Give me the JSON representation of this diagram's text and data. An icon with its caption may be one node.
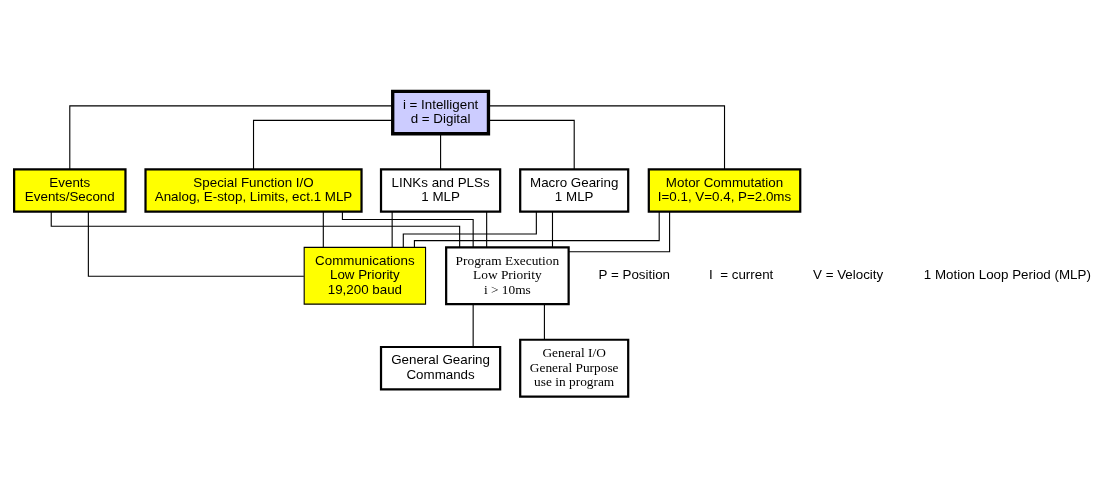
{
  "diagram": {
    "nodes": [
      {
        "text": [
          "i = Intelligent",
          "d = Digital"
        ]
      },
      {
        "text": [
          "Motor Commutation",
          "I=0.1, V=0.4, P=2.0ms"
        ]
      },
      {
        "text": [
          "Events",
          "Events/Second"
        ]
      },
      {
        "text": [
          "Special Function I/O",
          "Analog, E-stop, Limits, ect.1 MLP"
        ]
      },
      {
        "text": [
          "LINKs and PLSs",
          "1 MLP"
        ]
      },
      {
        "text": [
          "Macro Gearing",
          "1 MLP"
        ]
      },
      {
        "text": [
          "Communications",
          "Low Priority",
          "19,200 baud"
        ]
      },
      {
        "text": [
          "Program Execution",
          "Low Priority",
          "i > 10ms"
        ]
      },
      {
        "text": [
          "General Gearing",
          "Commands"
        ]
      },
      {
        "text": [
          "General I/O",
          "General Purpose",
          "use in program"
        ]
      }
    ],
    "edges": [
      {
        "from": 0,
        "to": 1,
        "arrow": "none"
      },
      {
        "from": 0,
        "to": 2,
        "arrow": "none"
      },
      {
        "from": 0,
        "to": 3,
        "arrow": "none"
      },
      {
        "from": 0,
        "to": 4,
        "arrow": "none"
      },
      {
        "from": 0,
        "to": 5,
        "arrow": "none"
      },
      {
        "from": 1,
        "to": 6,
        "arrow": "none"
      },
      {
        "from": 1,
        "to": 7,
        "arrow": "none"
      },
      {
        "from": 2,
        "to": 6,
        "arrow": "none"
      },
      {
        "from": 2,
        "to": 7,
        "arrow": "none"
      },
      {
        "from": 3,
        "to": 6,
        "arrow": "none"
      },
      {
        "from": 3,
        "to": 7,
        "arrow": "none"
      },
      {
        "from": 4,
        "to": 6,
        "arrow": "none"
      },
      {
        "from": 4,
        "to": 7,
        "arrow": "none"
      },
      {
        "from": 5,
        "to": 6,
        "arrow": "none"
      },
      {
        "from": 5,
        "to": 7,
        "arrow": "none"
      },
      {
        "from": 7,
        "to": 8,
        "arrow": "none"
      },
      {
        "from": 7,
        "to": 9,
        "arrow": "none"
      }
    ],
    "labels": [
      "P = Position",
      "I  = current",
      "V = Velocity",
      "1 Motion Loop Period (MLP)"
    ]
  }
}
